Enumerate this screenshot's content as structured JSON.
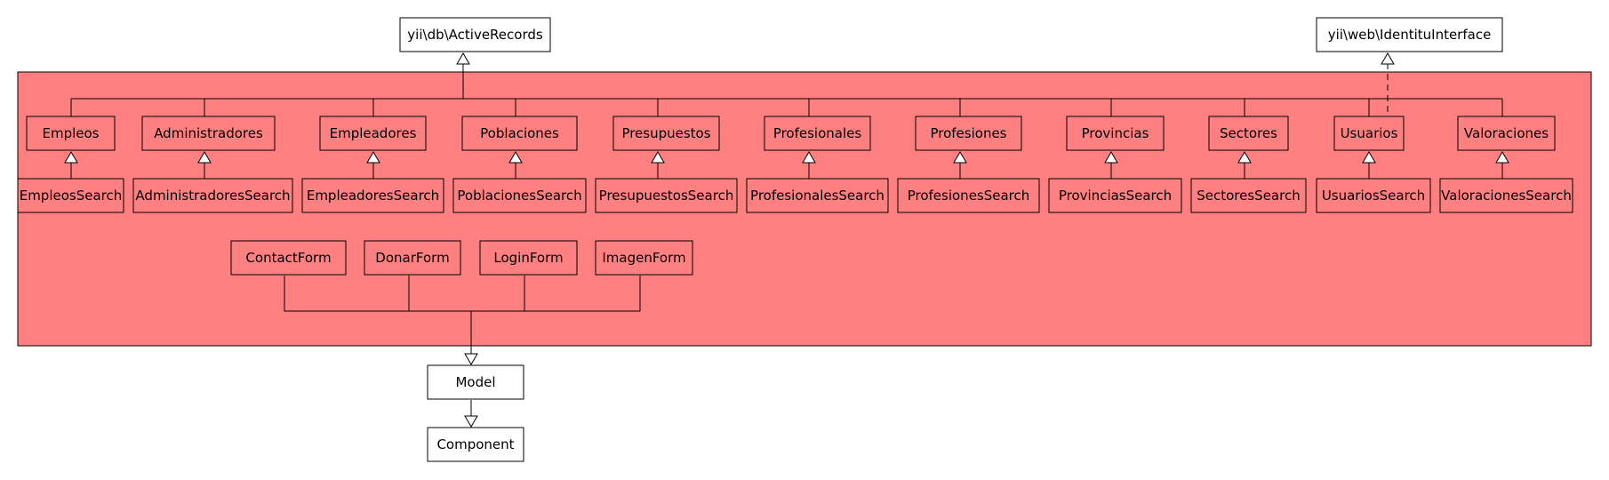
{
  "colors": {
    "package_fill": "#ff8080",
    "box_fill_outer": "#ffffff",
    "box_fill_inner": "#ff8080",
    "stroke": "#000000"
  },
  "external": {
    "active_record": "yii\\db\\ActiveRecords",
    "identity_interface": "yii\\web\\IdentituInterface",
    "model": "Model",
    "component": "Component"
  },
  "classes": [
    {
      "name": "Empleos",
      "search": "EmpleosSearch"
    },
    {
      "name": "Administradores",
      "search": "AdministradoresSearch"
    },
    {
      "name": "Empleadores",
      "search": "EmpleadoresSearch"
    },
    {
      "name": "Poblaciones",
      "search": "PoblacionesSearch"
    },
    {
      "name": "Presupuestos",
      "search": "PresupuestosSearch"
    },
    {
      "name": "Profesionales",
      "search": "ProfesionalesSearch"
    },
    {
      "name": "Profesiones",
      "search": "ProfesionesSearch"
    },
    {
      "name": "Provincias",
      "search": "ProvinciasSearch"
    },
    {
      "name": "Sectores",
      "search": "SectoresSearch"
    },
    {
      "name": "Usuarios",
      "search": "UsuariosSearch"
    },
    {
      "name": "Valoraciones",
      "search": "ValoracionesSearch"
    }
  ],
  "forms": [
    "ContactForm",
    "DonarForm",
    "LoginForm",
    "ImagenForm"
  ]
}
